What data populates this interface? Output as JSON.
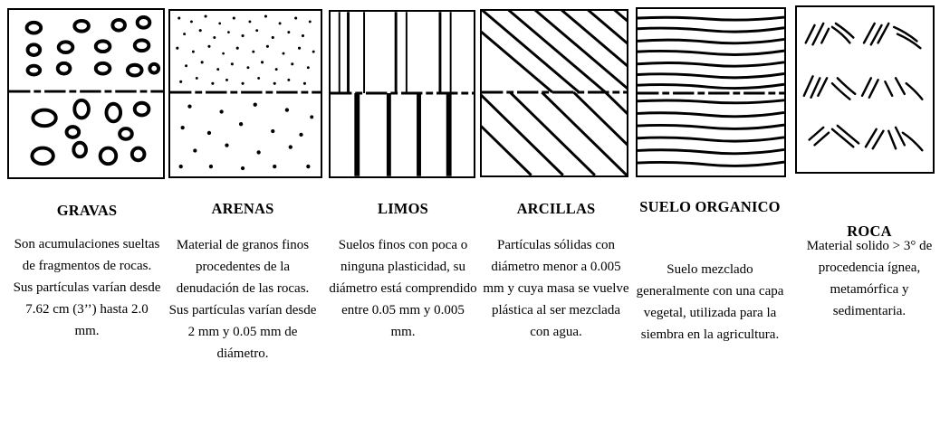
{
  "soil_types": [
    {
      "id": "gravas",
      "title": "GRAVAS",
      "description": "Son acumulaciones sueltas de fragmentos de rocas. Sus partículas varían desde 7.62 cm (3’’) hasta 2.0 mm."
    },
    {
      "id": "arenas",
      "title": "ARENAS",
      "description": "Material de granos finos procedentes de la denudación de las rocas. Sus partículas varían desde 2 mm y 0.05 mm de diámetro."
    },
    {
      "id": "limos",
      "title": "LIMOS",
      "description": "Suelos finos con poca o ninguna plasticidad, su diámetro está comprendido entre 0.05 mm y 0.005 mm."
    },
    {
      "id": "arcillas",
      "title": "ARCILLAS",
      "description": "Partículas sólidas con diámetro menor a 0.005 mm y cuya masa se vuelve plástica al ser mezclada con agua."
    },
    {
      "id": "suelo-organico",
      "title": "SUELO ORGANICO",
      "description": "Suelo mezclado generalmente con una capa vegetal, utilizada para la siembra en la agricultura."
    },
    {
      "id": "roca",
      "title": "ROCA",
      "description": "Material solido > 3° de procedencia ígnea, metamórfica y sedimentaria."
    }
  ],
  "colors": {
    "ink": "#000000",
    "paper": "#ffffff"
  }
}
